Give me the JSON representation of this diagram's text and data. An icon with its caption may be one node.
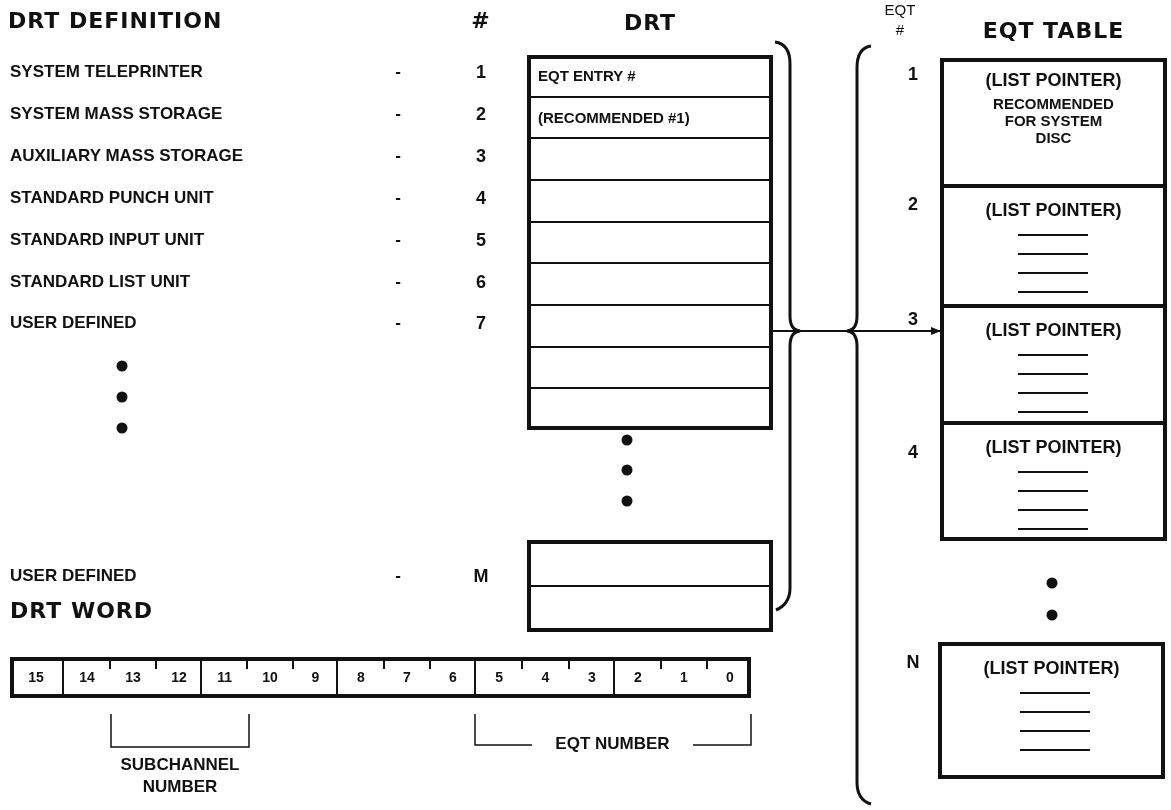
{
  "diagram": {
    "nodes": [
      {
        "text": [
          "DRT"
        ]
      },
      {
        "text": [
          "EQT ENTRY #"
        ],
        "in": 0
      },
      {
        "text": [
          "(RECOMMENDED #1)"
        ],
        "in": 0
      },
      {
        "text": [],
        "shape": "box",
        "in": 0
      },
      {
        "text": [],
        "shape": "box",
        "in": 0
      },
      {
        "text": [],
        "shape": "box",
        "in": 0
      },
      {
        "text": [],
        "shape": "box",
        "in": 0
      },
      {
        "text": [],
        "shape": "box",
        "in": 0
      },
      {
        "text": [],
        "shape": "box",
        "in": 0
      },
      {
        "text": [],
        "shape": "box",
        "in": 0
      },
      {
        "text": [],
        "shape": "box"
      },
      {
        "text": [],
        "shape": "box",
        "in": 10
      },
      {
        "text": [],
        "shape": "box",
        "in": 10
      },
      {
        "text": [
          "EQT TABLE"
        ]
      },
      {
        "text": [
          "(LIST POINTER)",
          "RECOMMENDED FOR SYSTEM DISC"
        ],
        "in": 13
      },
      {
        "text": [
          "(LIST POINTER)"
        ],
        "in": 13
      },
      {
        "text": [
          "(LIST POINTER)"
        ],
        "in": 13
      },
      {
        "text": [
          "(LIST POINTER)"
        ],
        "in": 13
      },
      {
        "text": [
          "(LIST POINTER)"
        ]
      },
      {
        "text": [
          "DRT WORD"
        ]
      },
      {
        "text": [
          "15"
        ],
        "in": 19
      },
      {
        "text": [
          "14",
          "13",
          "12"
        ],
        "in": 19
      },
      {
        "text": [
          "11",
          "10",
          "9"
        ],
        "in": 19
      },
      {
        "text": [
          "8",
          "7",
          "6"
        ],
        "in": 19
      },
      {
        "text": [
          "5",
          "4",
          "3"
        ],
        "in": 19
      },
      {
        "text": [
          "2",
          "1",
          "0"
        ],
        "in": 19
      }
    ],
    "edges": [
      {
        "from": 0,
        "to": 13,
        "arrow": "to"
      }
    ],
    "labels": [
      "DRT DEFINITION",
      "#",
      "SYSTEM TELEPRINTER",
      "-",
      "1",
      "SYSTEM MASS STORAGE",
      "-",
      "2",
      "AUXILIARY MASS STORAGE",
      "-",
      "3",
      "STANDARD PUNCH UNIT",
      "-",
      "4",
      "STANDARD INPUT UNIT",
      "-",
      "5",
      "STANDARD LIST UNIT",
      "-",
      "6",
      "USER DEFINED",
      "-",
      "7",
      "USER DEFINED",
      "-",
      "M",
      "EQT #",
      "1",
      "2",
      "3",
      "4",
      "N",
      "SUBCHANNEL NUMBER",
      "EQT NUMBER"
    ]
  }
}
